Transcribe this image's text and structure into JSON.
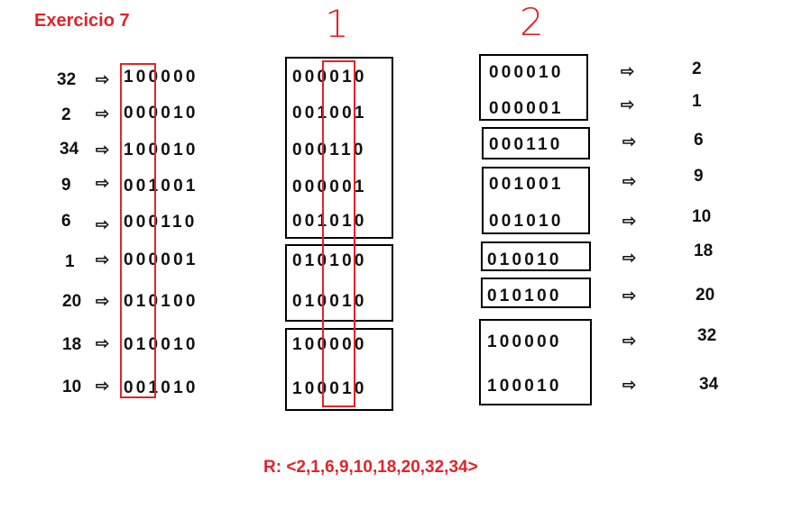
{
  "title": "Exercicio 7",
  "step_labels": [
    "1",
    "2"
  ],
  "arrow_glyph": "⇨",
  "input": {
    "numbers": [
      "32",
      "2",
      "34",
      "9",
      "6",
      "1",
      "20",
      "18",
      "10"
    ],
    "bits": [
      "100000",
      "000010",
      "100010",
      "001001",
      "000110",
      "000001",
      "010100",
      "010010",
      "001010"
    ]
  },
  "pass1": {
    "bits": [
      "000010",
      "001001",
      "000110",
      "000001",
      "001010",
      "010100",
      "010010",
      "100000",
      "100010"
    ]
  },
  "pass2": {
    "bits": [
      "000010",
      "000001",
      "000110",
      "001001",
      "001010",
      "010010",
      "010100",
      "100000",
      "100010"
    ],
    "numbers": [
      "2",
      "1",
      "6",
      "9",
      "10",
      "18",
      "20",
      "32",
      "34"
    ]
  },
  "answer": "R: <2,1,6,9,10,18,20,32,34>"
}
